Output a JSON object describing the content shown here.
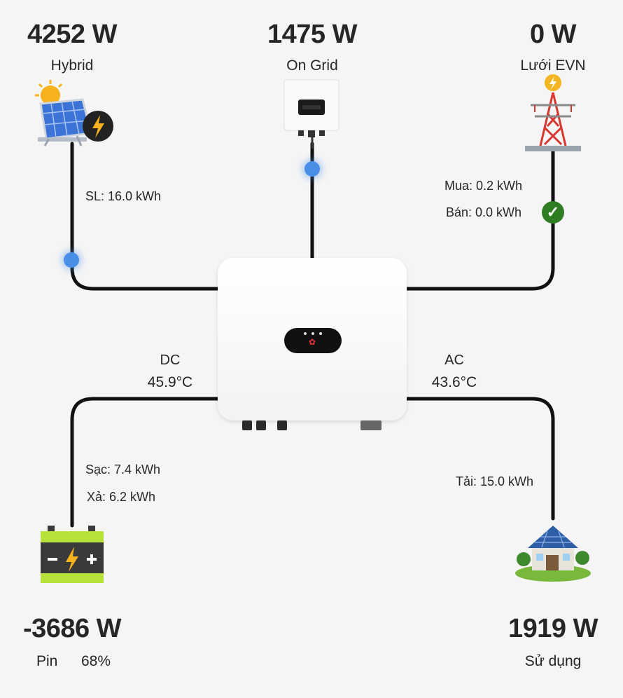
{
  "hybrid": {
    "power": "4252 W",
    "label": "Hybrid",
    "stat": "SL: 16.0 kWh"
  },
  "ongrid": {
    "power": "1475 W",
    "label": "On Grid"
  },
  "grid": {
    "power": "0 W",
    "label": "Lưới EVN",
    "buy": "Mua: 0.2 kWh",
    "sell": "Bán: 0.0 kWh"
  },
  "dc": {
    "label": "DC",
    "temp": "45.9°C"
  },
  "ac": {
    "label": "AC",
    "temp": "43.6°C"
  },
  "battery": {
    "power": "-3686 W",
    "label": "Pin",
    "percent": "68%",
    "charge": "Sạc: 7.4 kWh",
    "discharge": "Xả: 6.2 kWh"
  },
  "load": {
    "power": "1919 W",
    "label": "Sử dụng",
    "stat": "Tải: 15.0 kWh"
  },
  "icons": {
    "hybrid": "solar-panel-icon",
    "ongrid": "inverter-icon",
    "grid": "transmission-tower-icon",
    "battery": "battery-icon",
    "load": "house-icon",
    "status": "check-circle-icon"
  },
  "colors": {
    "flow_dot": "#4a8fe7",
    "line": "#111111",
    "ok": "#2f7d23",
    "background": "#f5f5f5"
  }
}
